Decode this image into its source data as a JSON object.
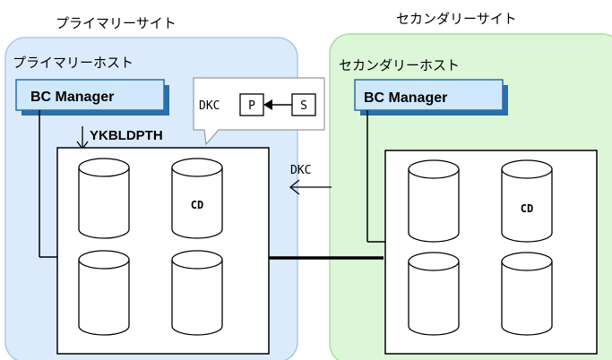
{
  "primary_site": {
    "title": "プライマリーサイト",
    "host_label": "プライマリーホスト",
    "bc_manager_label": "BC Manager",
    "command_label": "YKBLDPTH",
    "cd_label": "CD"
  },
  "secondary_site": {
    "title": "セカンダリーサイト",
    "host_label": "セカンダリーホスト",
    "bc_manager_label": "BC Manager",
    "cd_label": "CD"
  },
  "callout": {
    "dkc_label": "DKC",
    "p_label": "P",
    "s_label": "S"
  },
  "link_label": "DKC",
  "colors": {
    "primary_fill": "#dcebfb",
    "primary_border": "#a9c8ec",
    "secondary_fill": "#ddf6d8",
    "secondary_border": "#a8df9c",
    "bc_manager_fill": "#cfe8fb",
    "bc_manager_shadow": "#2a6fa8"
  }
}
